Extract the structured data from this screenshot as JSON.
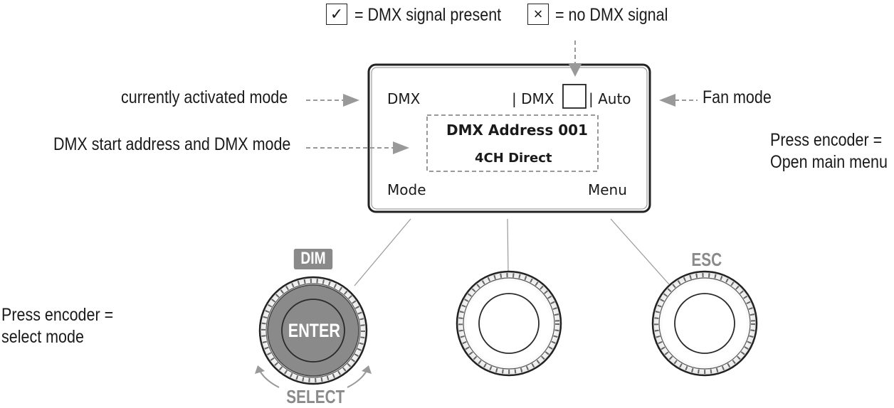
{
  "legend": {
    "present_symbol": "✓",
    "present_text": "= DMX signal present",
    "absent_symbol": "×",
    "absent_text": "= no DMX signal"
  },
  "display": {
    "mode_top": "DMX",
    "status_left": "| DMX",
    "status_right": "| Auto",
    "address_line": "DMX Address 001",
    "mode_line": "4CH Direct",
    "softkey_left": "Mode",
    "softkey_right": "Menu"
  },
  "annotations": {
    "current_mode": "currently activated mode",
    "start_address": "DMX start address and DMX mode",
    "fan_mode": "Fan mode",
    "press_right_1": "Press encoder =",
    "press_right_2": "Open main menu",
    "press_left_1": "Press encoder =",
    "press_left_2": "select mode"
  },
  "controls": {
    "dim_label": "DIM",
    "enter_label": "ENTER",
    "select_label": "SELECT",
    "esc_label": "ESC"
  },
  "colors": {
    "line": "#222222",
    "gray": "#8a8a8a",
    "leader": "#999999"
  }
}
